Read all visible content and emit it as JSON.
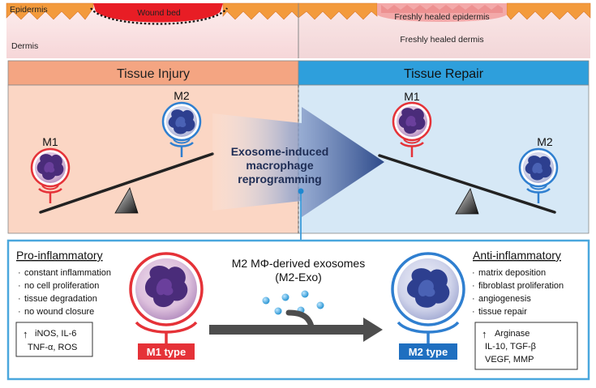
{
  "skin": {
    "epidermis_label": "Epidermis",
    "dermis_label": "Dermis",
    "wound_bed_label": "Wound bed",
    "healed_epidermis_label": "Freshly healed epidermis",
    "healed_dermis_label": "Freshly healed dermis"
  },
  "panels": {
    "injury_title": "Tissue Injury",
    "repair_title": "Tissue Repair"
  },
  "seesaw_left": {
    "m1_label": "M1",
    "m2_label": "M2"
  },
  "seesaw_right": {
    "m1_label": "M1",
    "m2_label": "M2"
  },
  "center_arrow": {
    "line1": "Exosome-induced",
    "line2": "macrophage",
    "line3": "reprogramming"
  },
  "bottom": {
    "pro_title": "Pro-inflammatory",
    "pro_items": [
      "constant inflammation",
      "no cell proliferation",
      "tissue degradation",
      "no wound closure"
    ],
    "pro_markers": [
      "iNOS, IL-6",
      "TNF-α, ROS"
    ],
    "anti_title": "Anti-inflammatory",
    "anti_items": [
      "matrix deposition",
      "fibroblast proliferation",
      "angiogenesis",
      "tissue repair"
    ],
    "anti_markers": [
      "Arginase",
      "IL-10, TGF-β",
      "VEGF, MMP"
    ],
    "m1_type_label": "M1 type",
    "m2_type_label": "M2 type",
    "exosome_line1": "M2 MΦ-derived exosomes",
    "exosome_line2": "(M2-Exo)",
    "bullet": "·",
    "up_arrow": "↑"
  },
  "colors": {
    "injury_header": "#f4a582",
    "injury_bg": "#fbd6c4",
    "repair_header": "#2e9fdc",
    "repair_bg": "#d6e8f6",
    "wound_red": "#e81d25",
    "m1_red": "#e53238",
    "m2_blue": "#2f7fd0",
    "arrow_navy": "#2d4a8a",
    "bottom_border": "#4aa7dd"
  }
}
